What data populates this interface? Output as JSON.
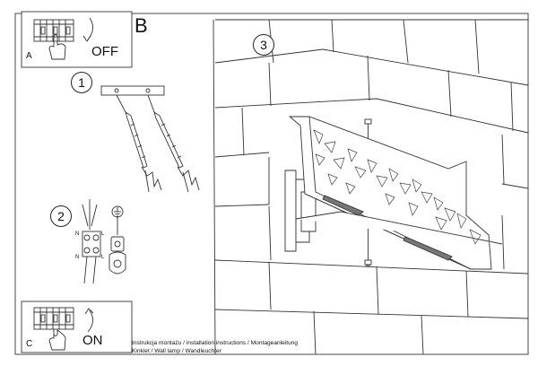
{
  "panel_a": {
    "letter": "A",
    "state": "OFF"
  },
  "section_b": {
    "letter": "B"
  },
  "panel_c": {
    "letter": "C",
    "state": "ON"
  },
  "steps": [
    "1",
    "2",
    "3"
  ],
  "wiring": {
    "neutral": "N",
    "live": "L"
  },
  "footer": {
    "line1": "Instrukcja montażu / installation instructions / Montageanleitung",
    "line2": "Kinkiet / Wall lamp / Wandleuchter"
  }
}
